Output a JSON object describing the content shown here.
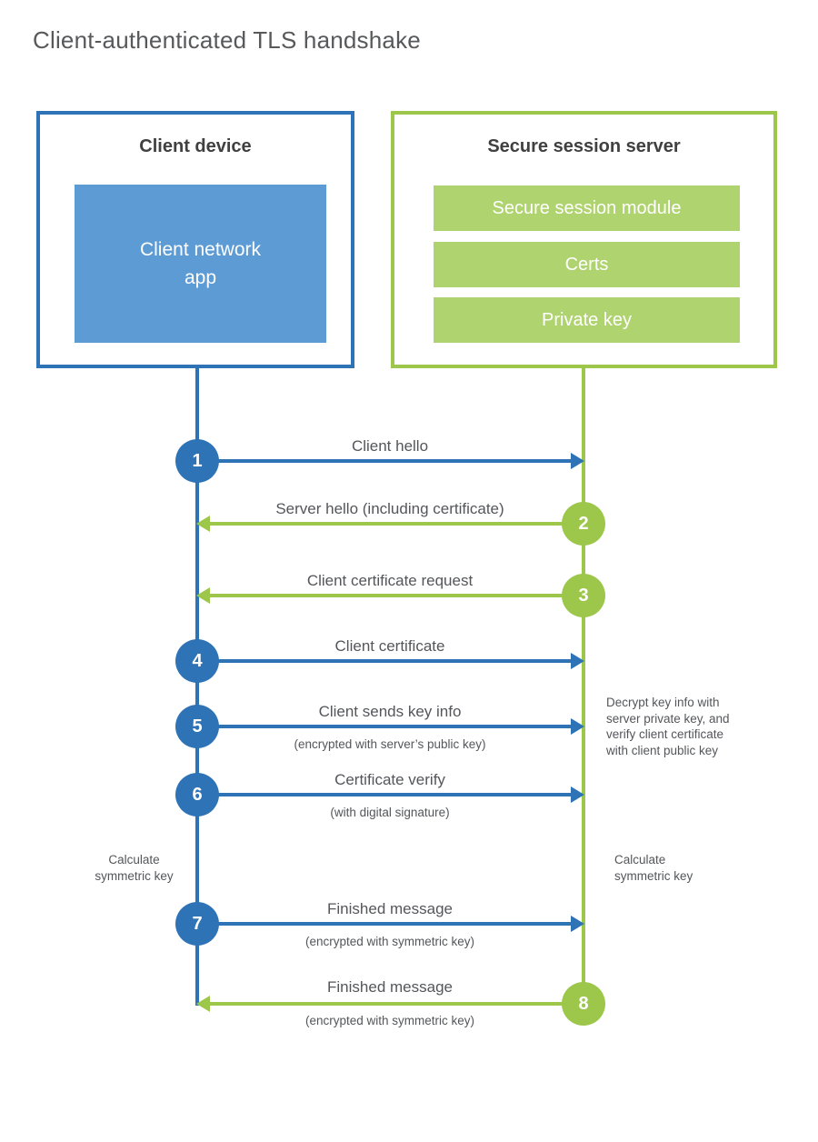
{
  "title": "Client-authenticated TLS handshake",
  "colors": {
    "blue": "#2d73b6",
    "blue_light": "#5d9bd5",
    "green": "#9cc74b",
    "green_light": "#afd36e",
    "text_dark": "#404040",
    "text_gray": "#54565a"
  },
  "client_box": {
    "title": "Client device",
    "app_label": "Client network\napp"
  },
  "server_box": {
    "title": "Secure session server",
    "modules": [
      "Secure session module",
      "Certs",
      "Private key"
    ]
  },
  "messages": [
    {
      "num": "1",
      "label": "Client hello",
      "sublabel": "",
      "direction": "client-to-server"
    },
    {
      "num": "2",
      "label": "Server hello (including certificate)",
      "sublabel": "",
      "direction": "server-to-client"
    },
    {
      "num": "3",
      "label": "Client certificate request",
      "sublabel": "",
      "direction": "server-to-client"
    },
    {
      "num": "4",
      "label": "Client certificate",
      "sublabel": "",
      "direction": "client-to-server"
    },
    {
      "num": "5",
      "label": "Client sends key info",
      "sublabel": "(encrypted with server’s public key)",
      "direction": "client-to-server"
    },
    {
      "num": "6",
      "label": "Certificate verify",
      "sublabel": "(with digital signature)",
      "direction": "client-to-server"
    },
    {
      "num": "7",
      "label": "Finished message",
      "sublabel": "(encrypted with symmetric key)",
      "direction": "client-to-server"
    },
    {
      "num": "8",
      "label": "Finished message",
      "sublabel": "(encrypted with symmetric key)",
      "direction": "server-to-client"
    }
  ],
  "notes": {
    "decrypt": "Decrypt key info with\nserver private key, and\nverify client certificate\nwith client public key",
    "calc_left": "Calculate\nsymmetric key",
    "calc_right": "Calculate\nsymmetric key"
  }
}
